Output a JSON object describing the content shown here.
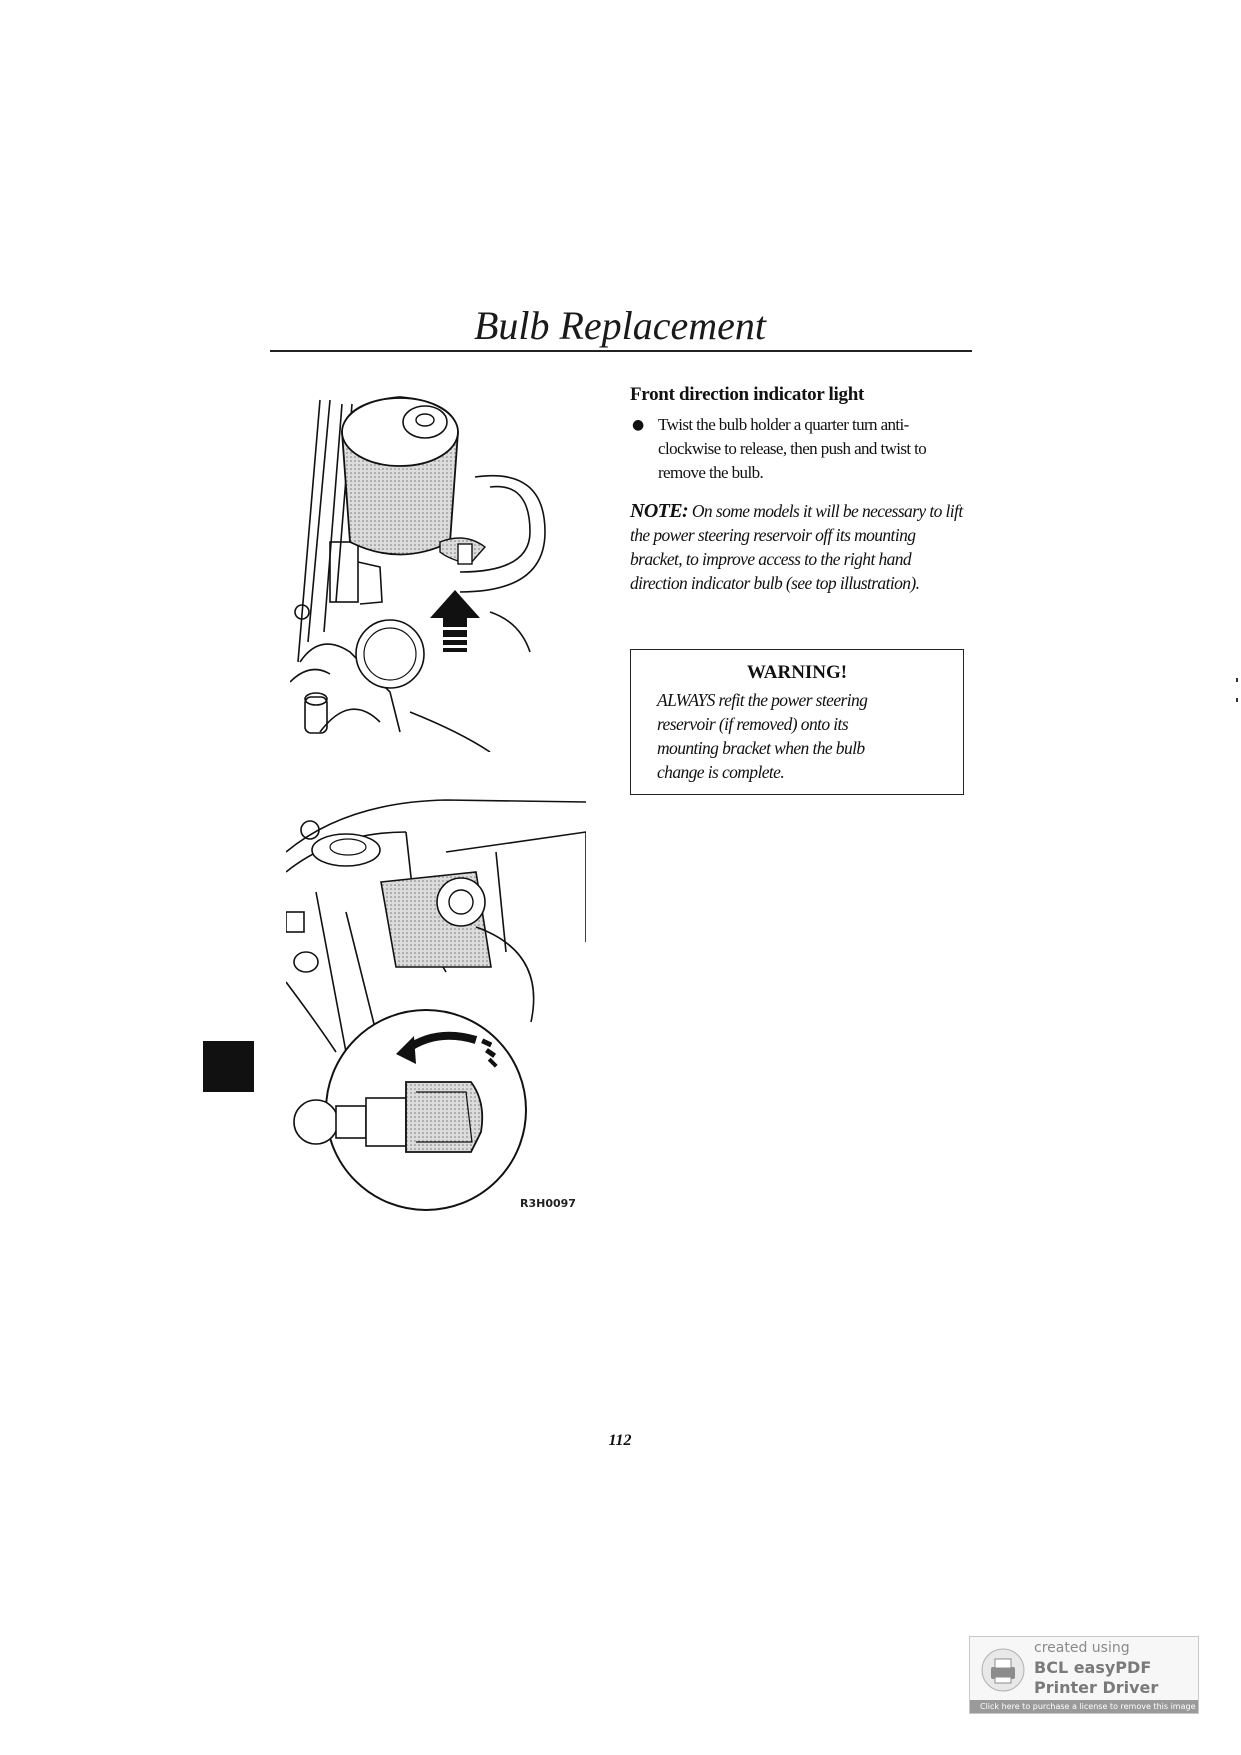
{
  "page": {
    "title": "Bulb Replacement",
    "number": "112"
  },
  "section": {
    "heading": "Front direction indicator light",
    "bullets": [
      "Twist the bulb holder a quarter turn anti-clockwise to release, then push and twist to remove the bulb."
    ],
    "note_label": "NOTE:",
    "note_text": "On some models it will be necessary to lift the power steering reservoir off its mounting bracket, to improve access to the right hand direction indicator bulb (see top illustration)."
  },
  "warning": {
    "title": "WARNING!",
    "text": "ALWAYS refit the power steering reservoir (if removed) onto its mounting bracket when the bulb change is complete."
  },
  "figure": {
    "code": "R3H0097"
  },
  "stamp": {
    "line1": "created using",
    "line2": "BCL easyPDF",
    "line3": "Printer Driver",
    "footer": "Click here to purchase a license to remove this image"
  },
  "colors": {
    "ink": "#111111",
    "shade": "#cfcfcf"
  }
}
